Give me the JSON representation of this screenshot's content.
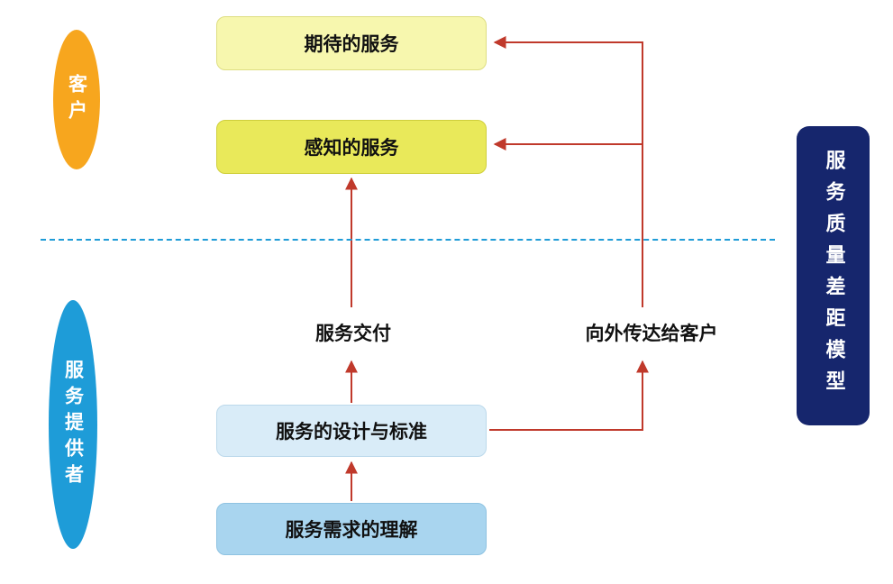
{
  "diagram": {
    "title_vertical": "服务质量差距模型",
    "customer_label": "客户",
    "provider_label": "服务提供者",
    "boxes": {
      "expected": "期待的服务",
      "perceived": "感知的服务",
      "design": "服务的设计与标准",
      "understanding": "服务需求的理解"
    },
    "labels": {
      "delivery": "服务交付",
      "communication": "向外传达给客户"
    },
    "colors": {
      "expected_fill": "#f7f7ae",
      "perceived_fill": "#e9e95a",
      "design_fill": "#d9ecf8",
      "understanding_fill": "#a9d5ef",
      "customer_fill": "#f7a61e",
      "provider_fill": "#1e9cd8",
      "title_fill": "#16266d",
      "arrow": "#c0392b",
      "divider": "#1f9cd7"
    }
  }
}
